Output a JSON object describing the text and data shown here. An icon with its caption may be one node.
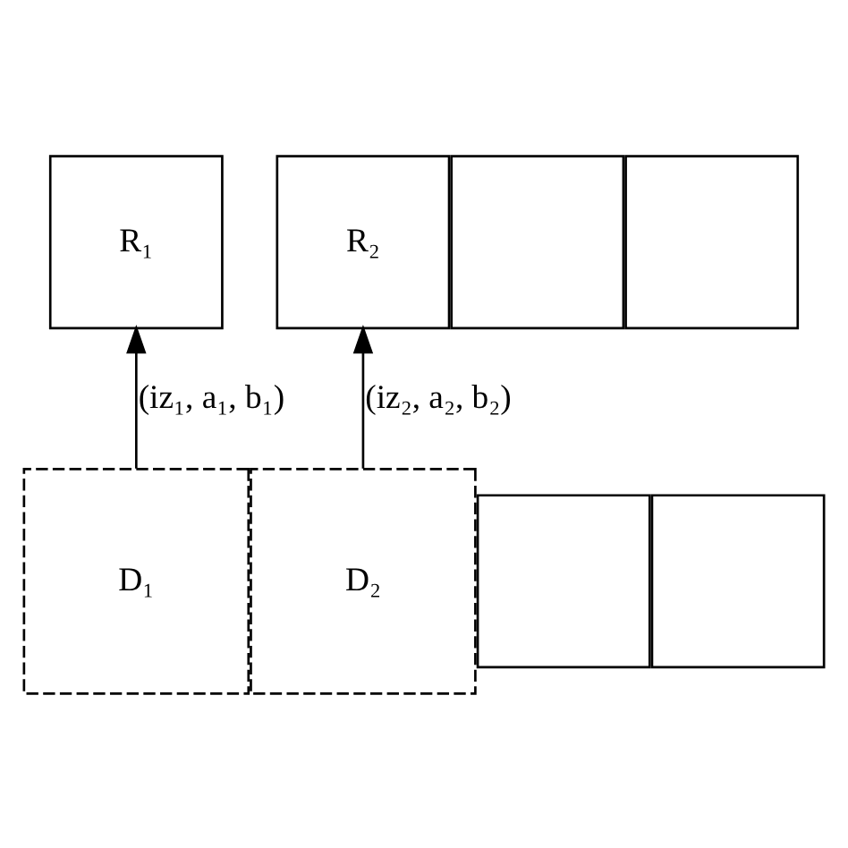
{
  "diagram": {
    "nodes": [
      {
        "text": [
          "R₁"
        ]
      },
      {
        "text": [
          "R₂"
        ]
      },
      {
        "text": [],
        "shape": "box"
      },
      {
        "text": [],
        "shape": "box"
      },
      {
        "text": [],
        "shape": "box"
      },
      {
        "text": [],
        "shape": "box"
      },
      {
        "text": [
          "D₁"
        ]
      },
      {
        "text": [
          "D₂"
        ]
      }
    ],
    "edges": [
      {
        "from": 6,
        "to": 0,
        "arrow": "to",
        "label": "(iz₁, a₁, b₁)"
      },
      {
        "from": 7,
        "to": 1,
        "arrow": "to",
        "label": "(iz₂, a₂, b₂)"
      }
    ]
  }
}
